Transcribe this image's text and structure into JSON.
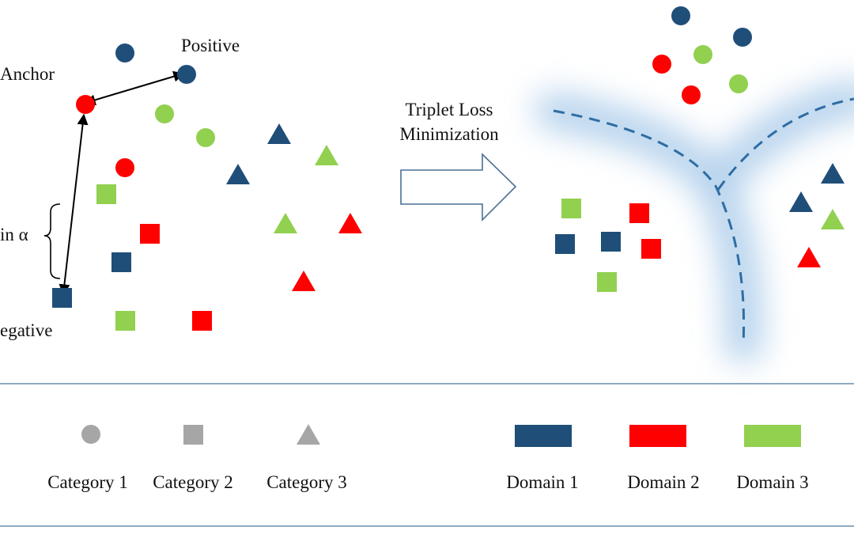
{
  "colors": {
    "domain1": "#1f4e79",
    "domain2": "#ff0000",
    "domain3": "#92d050",
    "legend_gray": "#a6a6a6",
    "boundary": "#2e6da4",
    "glow": "#9dc3e6",
    "divider": "#6b8eae"
  },
  "labels": {
    "anchor": "Anchor",
    "positive": "Positive",
    "negative": "egative",
    "margin": "in α",
    "process": [
      "Triplet Loss",
      "Minimization"
    ]
  },
  "legend": {
    "categories": [
      {
        "label": "Category 1",
        "shape": "circle"
      },
      {
        "label": "Category 2",
        "shape": "square"
      },
      {
        "label": "Category 3",
        "shape": "triangle"
      }
    ],
    "domains": [
      {
        "label": "Domain 1",
        "color_key": "domain1"
      },
      {
        "label": "Domain 2",
        "color_key": "domain2"
      },
      {
        "label": "Domain 3",
        "color_key": "domain3"
      }
    ]
  },
  "icons": {
    "process_arrow": "block-right-arrow-icon",
    "margin_brace": "curly-brace-icon"
  }
}
